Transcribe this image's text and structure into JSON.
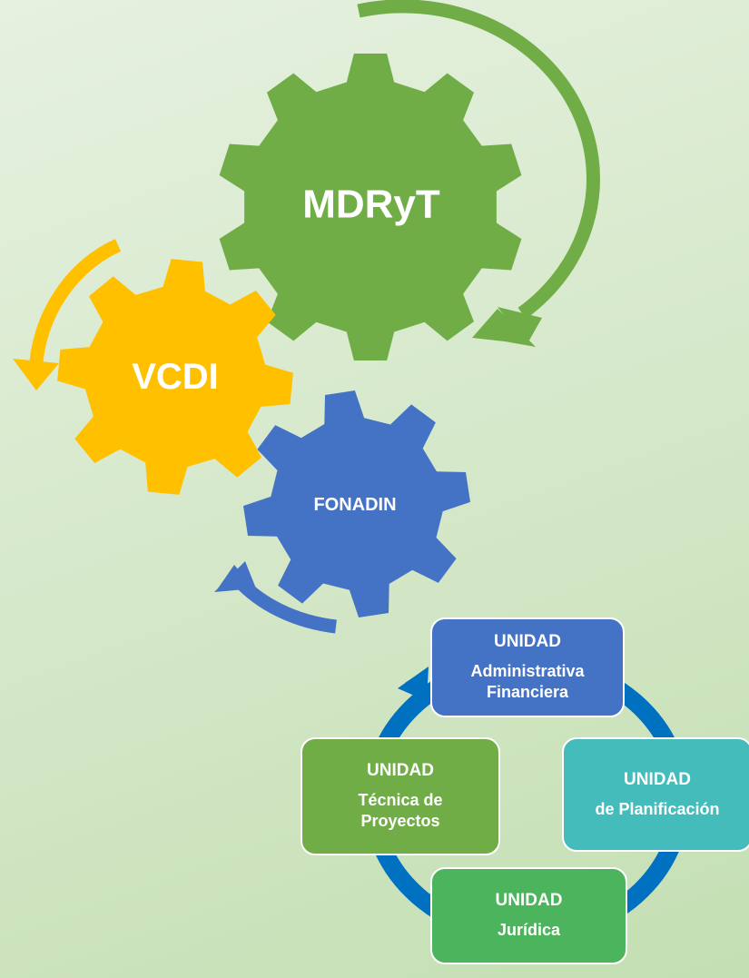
{
  "gears": {
    "mdryt": {
      "label": "MDRyT",
      "color": "#70ad47"
    },
    "vcdi": {
      "label": "VCDI",
      "color": "#ffc000"
    },
    "fonadin": {
      "label": "FONADIN",
      "color": "#4472c4"
    }
  },
  "units": {
    "admin": {
      "title": "UNIDAD",
      "name": "Administrativa Financiera",
      "color": "#4472c4"
    },
    "planificacion": {
      "title": "UNIDAD",
      "name": "de Planificación",
      "color": "#44bcbc"
    },
    "tecnica": {
      "title": "UNIDAD",
      "name": "Técnica de Proyectos",
      "color": "#70ad47"
    },
    "juridica": {
      "title": "UNIDAD",
      "name": "Jurídica",
      "color": "#4cb45c"
    }
  },
  "cycle_color": "#0070c0"
}
